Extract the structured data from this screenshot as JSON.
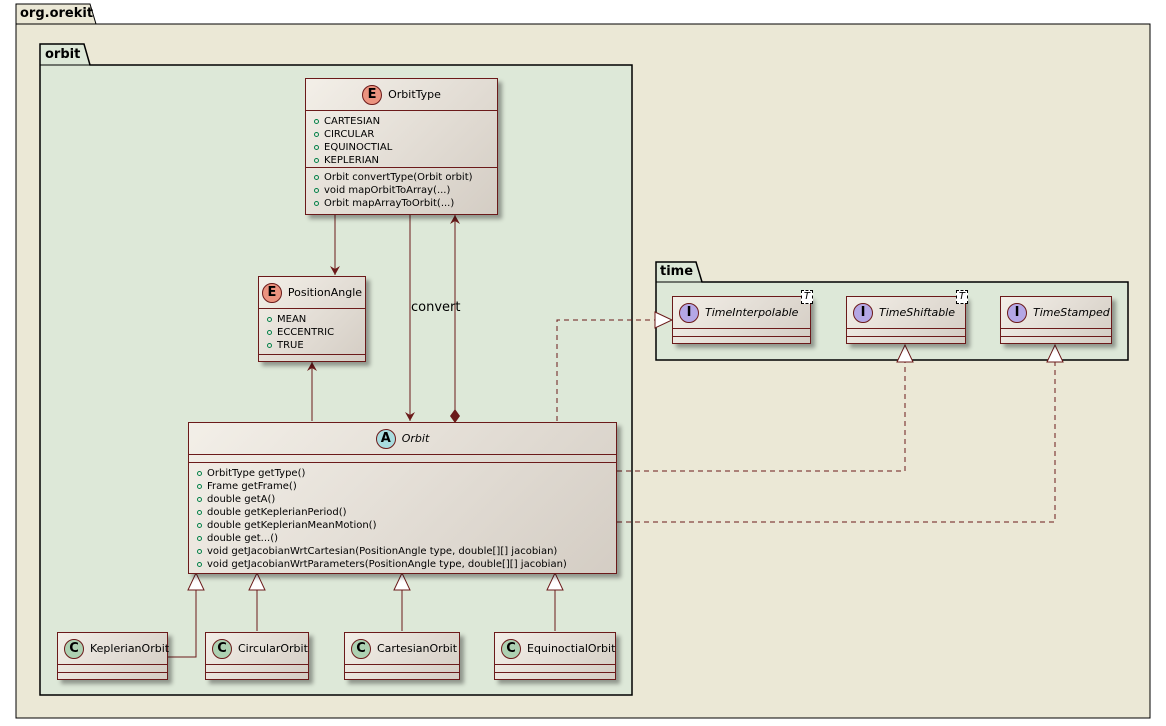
{
  "packages": {
    "root": "org.orekit",
    "orbit": "orbit",
    "time": "time"
  },
  "colors": {
    "root_bg": "#ebe8d6",
    "orbit_bg": "#dde8d8",
    "time_bg": "#dde8d8",
    "border": "#6b1a1a",
    "enum_icon": "#eb937f",
    "abstract_icon": "#a9dcdf",
    "class_icon": "#add1b2",
    "interface_icon": "#b4a7e5",
    "public_dot": "#038048"
  },
  "orbit_type": {
    "stereotype": "E",
    "name": "OrbitType",
    "fields": [
      "CARTESIAN",
      "CIRCULAR",
      "EQUINOCTIAL",
      "KEPLERIAN"
    ],
    "methods": [
      "Orbit convertType(Orbit orbit)",
      "void mapOrbitToArray(...)",
      "Orbit mapArrayToOrbit(...)"
    ]
  },
  "position_angle": {
    "stereotype": "E",
    "name": "PositionAngle",
    "fields": [
      "MEAN",
      "ECCENTRIC",
      "TRUE"
    ]
  },
  "orbit": {
    "stereotype": "A",
    "name": "Orbit",
    "methods": [
      "OrbitType getType()",
      "Frame getFrame()",
      "double getA()",
      "double getKeplerianPeriod()",
      "double getKeplerianMeanMotion()",
      "double get...()",
      "void getJacobianWrtCartesian(PositionAngle type, double[][] jacobian)",
      "void getJacobianWrtParameters(PositionAngle type, double[][] jacobian)"
    ]
  },
  "subclasses": [
    {
      "stereotype": "C",
      "name": "KeplerianOrbit"
    },
    {
      "stereotype": "C",
      "name": "CircularOrbit"
    },
    {
      "stereotype": "C",
      "name": "CartesianOrbit"
    },
    {
      "stereotype": "C",
      "name": "EquinoctialOrbit"
    }
  ],
  "interfaces": [
    {
      "stereotype": "I",
      "name": "TimeInterpolable",
      "generic": "T"
    },
    {
      "stereotype": "I",
      "name": "TimeShiftable",
      "generic": "T"
    },
    {
      "stereotype": "I",
      "name": "TimeStamped",
      "generic": ""
    }
  ],
  "edge_labels": {
    "convert": "convert"
  }
}
